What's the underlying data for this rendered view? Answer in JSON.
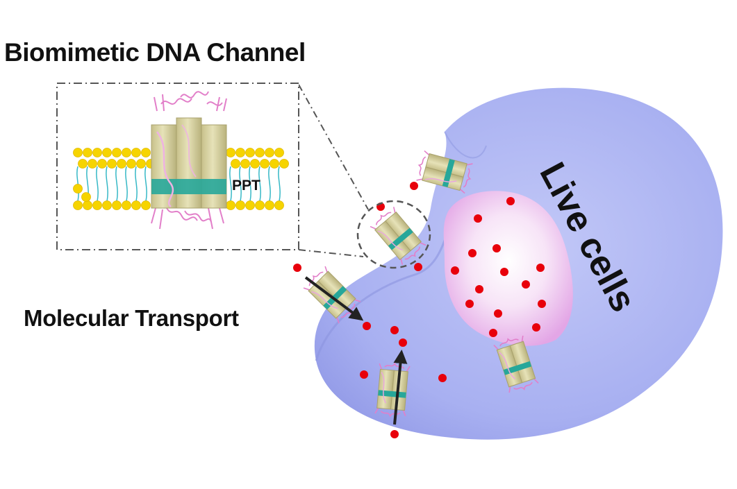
{
  "labels": {
    "title": "Biomimetic DNA Channel",
    "transport": "Molecular Transport",
    "cells": "Live cells",
    "ppt": "PPT"
  },
  "colors": {
    "cell": "#aab2f2",
    "nucleus": "#f3d2f3",
    "cargo": "#e8000b",
    "lipid_head": "#f6d400",
    "lipid_tail": "#36b8c6",
    "channel": "#d8d3a2",
    "channel_band": "#27a79a",
    "dna": "#e27fc9"
  }
}
